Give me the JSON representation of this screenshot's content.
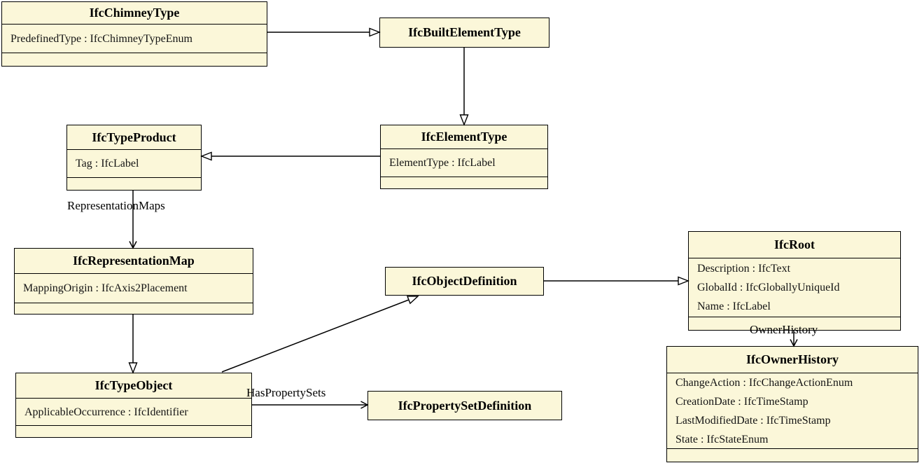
{
  "diagram": {
    "title": "IFC class diagram",
    "colors": {
      "class_fill": "#fbf7d9",
      "class_border": "#000000",
      "background": "#ffffff",
      "text": "#000000"
    },
    "classes": [
      {
        "name": "IfcChimneyType",
        "attributes": [
          "PredefinedType : IfcChimneyTypeEnum"
        ]
      },
      {
        "name": "IfcBuiltElementType",
        "attributes": []
      },
      {
        "name": "IfcElementType",
        "attributes": [
          "ElementType : IfcLabel"
        ]
      },
      {
        "name": "IfcTypeProduct",
        "attributes": [
          "Tag : IfcLabel"
        ]
      },
      {
        "name": "IfcRepresentationMap",
        "attributes": [
          "MappingOrigin : IfcAxis2Placement"
        ]
      },
      {
        "name": "IfcTypeObject",
        "attributes": [
          "ApplicableOccurrence : IfcIdentifier"
        ]
      },
      {
        "name": "IfcObjectDefinition",
        "attributes": []
      },
      {
        "name": "IfcPropertySetDefinition",
        "attributes": []
      },
      {
        "name": "IfcRoot",
        "attributes": [
          "Description : IfcText",
          "GlobalId : IfcGloballyUniqueId",
          "Name : IfcLabel"
        ]
      },
      {
        "name": "IfcOwnerHistory",
        "attributes": [
          "ChangeAction : IfcChangeActionEnum",
          "CreationDate : IfcTimeStamp",
          "LastModifiedDate : IfcTimeStamp",
          "State : IfcStateEnum"
        ]
      }
    ],
    "edge_labels": {
      "representation_maps": "RepresentationMaps",
      "has_property_sets": "HasPropertySets",
      "owner_history": "OwnerHistory"
    },
    "edges": [
      {
        "from": "IfcChimneyType",
        "to": "IfcBuiltElementType",
        "kind": "inheritance",
        "label": ""
      },
      {
        "from": "IfcBuiltElementType",
        "to": "IfcElementType",
        "kind": "inheritance",
        "label": ""
      },
      {
        "from": "IfcElementType",
        "to": "IfcTypeProduct",
        "kind": "inheritance",
        "label": ""
      },
      {
        "from": "IfcTypeProduct",
        "to": "IfcRepresentationMap",
        "kind": "association",
        "label": "RepresentationMaps"
      },
      {
        "from": "IfcTypeProduct",
        "to": "IfcTypeObject",
        "kind": "inheritance",
        "label": ""
      },
      {
        "from": "IfcTypeObject",
        "to": "IfcObjectDefinition",
        "kind": "inheritance",
        "label": ""
      },
      {
        "from": "IfcObjectDefinition",
        "to": "IfcRoot",
        "kind": "inheritance",
        "label": ""
      },
      {
        "from": "IfcTypeObject",
        "to": "IfcPropertySetDefinition",
        "kind": "association",
        "label": "HasPropertySets"
      },
      {
        "from": "IfcRoot",
        "to": "IfcOwnerHistory",
        "kind": "association",
        "label": "OwnerHistory"
      }
    ]
  }
}
